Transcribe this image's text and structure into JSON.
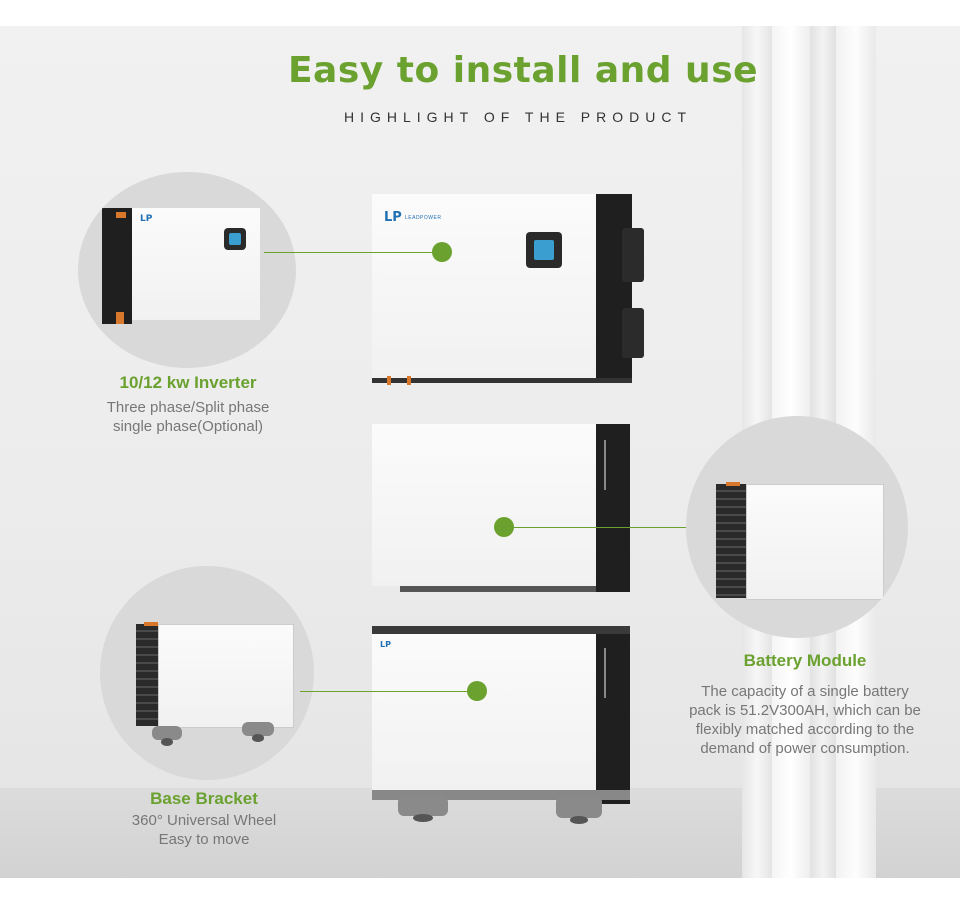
{
  "header": {
    "title": "Easy to install and use",
    "subtitle": "HIGHLIGHT OF THE PRODUCT"
  },
  "features": {
    "inverter": {
      "heading": "10/12 kw Inverter",
      "line1": "Three phase/Split phase",
      "line2": "single phase(Optional)"
    },
    "battery": {
      "heading": "Battery Module",
      "line1": "The capacity of a single battery",
      "line2": "pack is 51.2V300AH, which can be",
      "line3": "flexibly matched according to the",
      "line4": "demand of power consumption."
    },
    "base": {
      "heading": "Base Bracket",
      "line1": "360° Universal Wheel",
      "line2": "Easy to move"
    }
  },
  "product": {
    "logo_mark": "LP",
    "brand_name": "LEADPOWER"
  },
  "colors": {
    "accent": "#6aa12f",
    "text_gray": "#777777"
  }
}
